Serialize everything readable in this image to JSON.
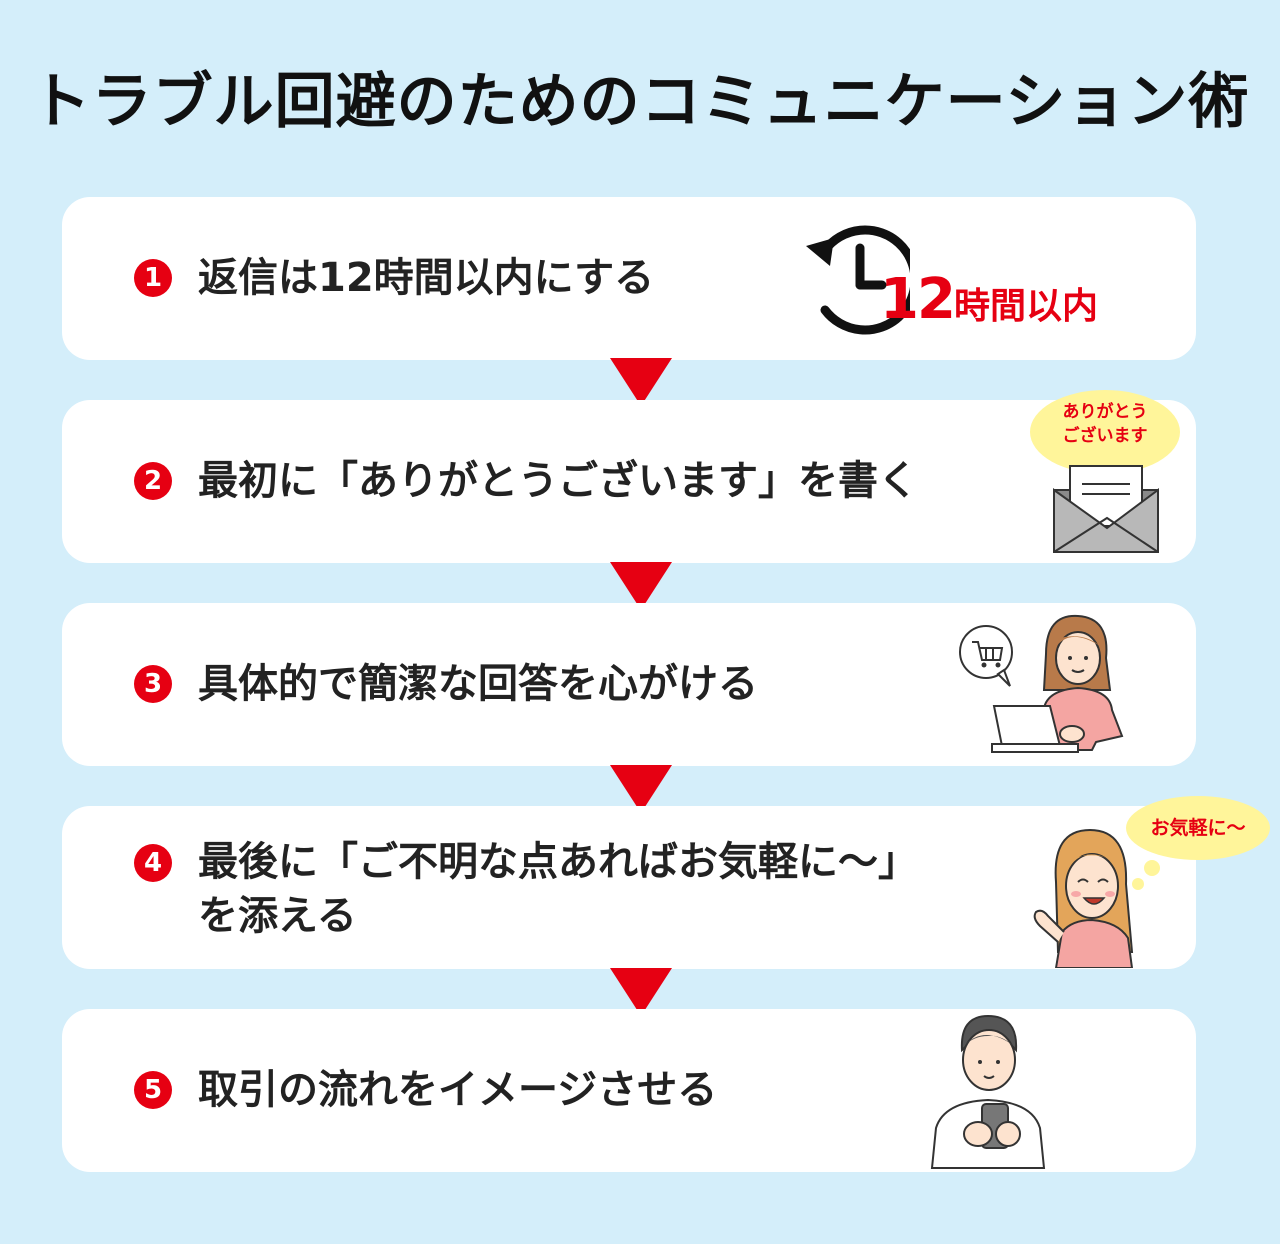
{
  "title": "トラブル回避のためのコミュニケーション術",
  "steps": [
    {
      "num": "1",
      "text": "返信は12時間以内にする"
    },
    {
      "num": "2",
      "text": "最初に「ありがとうございます」を書く"
    },
    {
      "num": "3",
      "text": "具体的で簡潔な回答を心がける"
    },
    {
      "num": "4",
      "text_line1": "最後に「ご不明な点あればお気軽に〜」",
      "text_line2": "を添える"
    },
    {
      "num": "5",
      "text": "取引の流れをイメージさせる"
    }
  ],
  "illustrations": {
    "clock_big": "12",
    "clock_small": "時間以内",
    "thanks_bubble_line1": "ありがとう",
    "thanks_bubble_line2": "ございます",
    "casual_bubble": "お気軽に〜",
    "icons": [
      "clock-icon",
      "envelope-icon",
      "shopping-cart-icon",
      "woman-laptop-illustration",
      "smiling-woman-illustration",
      "man-smartphone-illustration"
    ]
  },
  "colors": {
    "background": "#d4eefa",
    "card": "#ffffff",
    "accent": "#e60012",
    "bubble": "#fff59a"
  }
}
